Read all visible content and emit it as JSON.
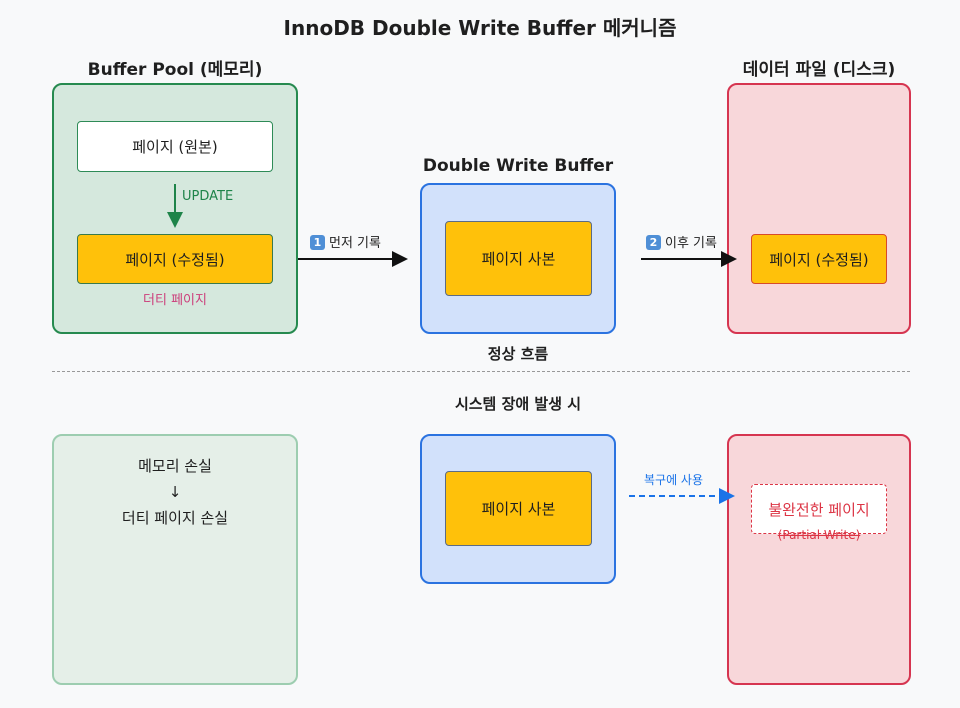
{
  "title": "InnoDB Double Write Buffer 메커니즘",
  "normal_flow": {
    "buffer_pool": {
      "heading": "Buffer Pool (메모리)",
      "page_original": "페이지 (원본)",
      "update_label": "UPDATE",
      "page_modified": "페이지 (수정됨)",
      "dirty_label": "더티 페이지"
    },
    "arrow1": {
      "num": "1",
      "label": "먼저 기록"
    },
    "double_write": {
      "heading": "Double Write Buffer",
      "page_copy": "페이지 사본"
    },
    "arrow2": {
      "num": "2",
      "label": "이후 기록"
    },
    "data_file": {
      "heading": "데이터 파일 (디스크)",
      "page_modified": "페이지 (수정됨)"
    },
    "caption": "정상 흐름"
  },
  "failure": {
    "heading": "시스템 장애 발생 시",
    "memory_loss": {
      "line1": "메모리 손실",
      "arrow": "↓",
      "line2": "더티 페이지 손실"
    },
    "page_copy": "페이지 사본",
    "recovery_label": "복구에 사용",
    "partial_page": {
      "label": "불완전한 페이지",
      "sublabel": "(Partial Write)"
    }
  },
  "colors": {
    "pool_border": "#268a4f",
    "dwb_border": "#2b73e0",
    "disk_border": "#d63550",
    "page_fill": "#ffc10a",
    "update_green": "#1e8449",
    "dirty_pink": "#cc3d7a",
    "recovery_blue": "#1a73e8"
  }
}
